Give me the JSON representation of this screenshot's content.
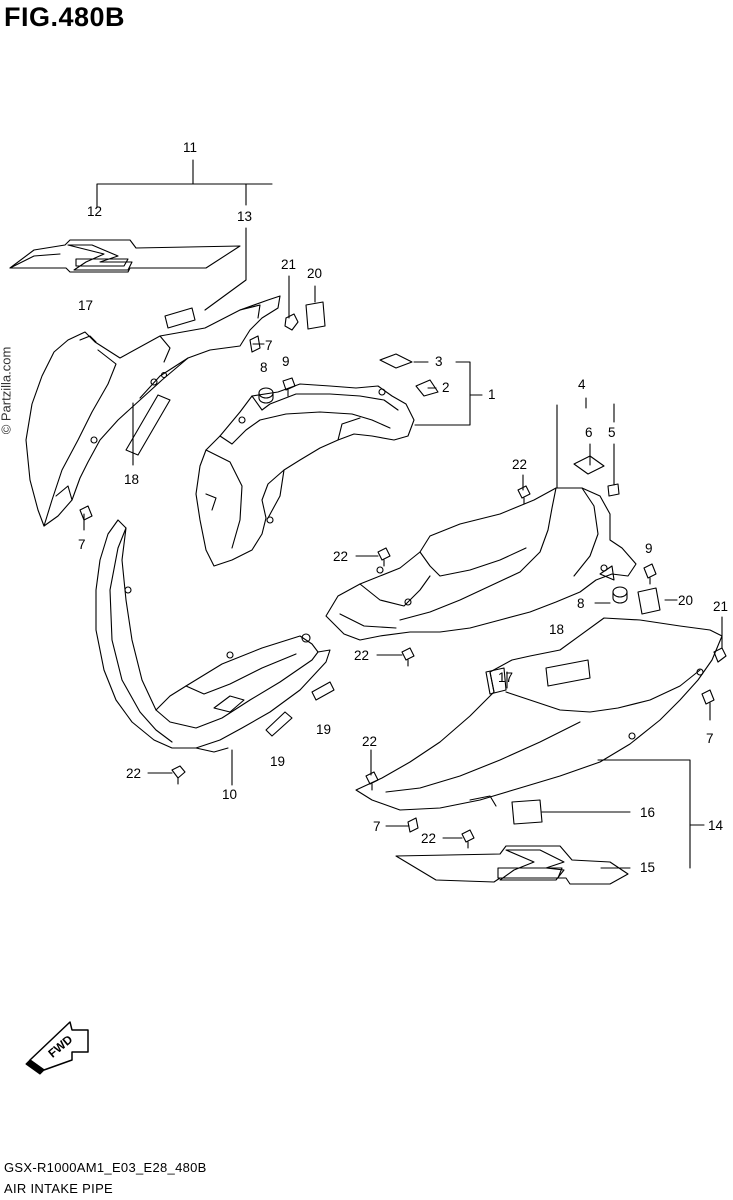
{
  "figure": {
    "title": "FIG.480B",
    "watermark": "© Partzilla.com",
    "code": "GSX-R1000AM1_E03_E28_480B",
    "name": "AIR INTAKE PIPE",
    "direction_label": "FWD"
  },
  "callouts": {
    "c1": "1",
    "c2": "2",
    "c3": "3",
    "c4": "4",
    "c5": "5",
    "c6": "6",
    "c7a": "7",
    "c7b": "7",
    "c7c": "7",
    "c7d": "7",
    "c8a": "8",
    "c8b": "8",
    "c9a": "9",
    "c9b": "9",
    "c10": "10",
    "c11": "11",
    "c12": "12",
    "c13": "13",
    "c14": "14",
    "c15": "15",
    "c16": "16",
    "c17a": "17",
    "c17b": "17",
    "c18a": "18",
    "c18b": "18",
    "c19a": "19",
    "c19b": "19",
    "c20a": "20",
    "c20b": "20",
    "c21a": "21",
    "c21b": "21",
    "c22a": "22",
    "c22b": "22",
    "c22c": "22",
    "c22d": "22",
    "c22e": "22",
    "c22f": "22"
  }
}
